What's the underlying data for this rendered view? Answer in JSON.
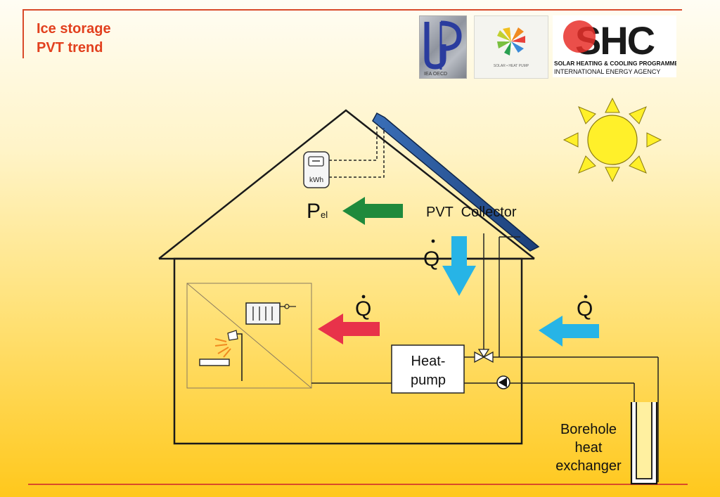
{
  "slide": {
    "title_line1": "Ice storage",
    "title_line2": "PVT trend"
  },
  "logos": {
    "hpp_text": "IEA OECD",
    "shp_text": "SOLAR • HEAT PUMP",
    "shc_brand": "SHC",
    "shc_line1": "SOLAR HEATING & COOLING PROGRAMME",
    "shc_line2": "INTERNATIONAL ENERGY AGENCY"
  },
  "diagram": {
    "meter_unit": "kWh",
    "pel_main": "P",
    "pel_sub": "el",
    "pvt_label": "PVT  Collector",
    "q_symbol": "Q",
    "heatpump_line1": "Heat-",
    "heatpump_line2": "pump",
    "borehole_line1": "Borehole",
    "borehole_line2": "heat",
    "borehole_line3": "exchanger"
  },
  "colors": {
    "accent_red": "#e2401e",
    "arrow_green": "#1f8a3c",
    "arrow_cyan": "#27b4e6",
    "arrow_red": "#e8324a",
    "sun_yellow": "#fff02a",
    "collector_blue": "#234f8c"
  }
}
